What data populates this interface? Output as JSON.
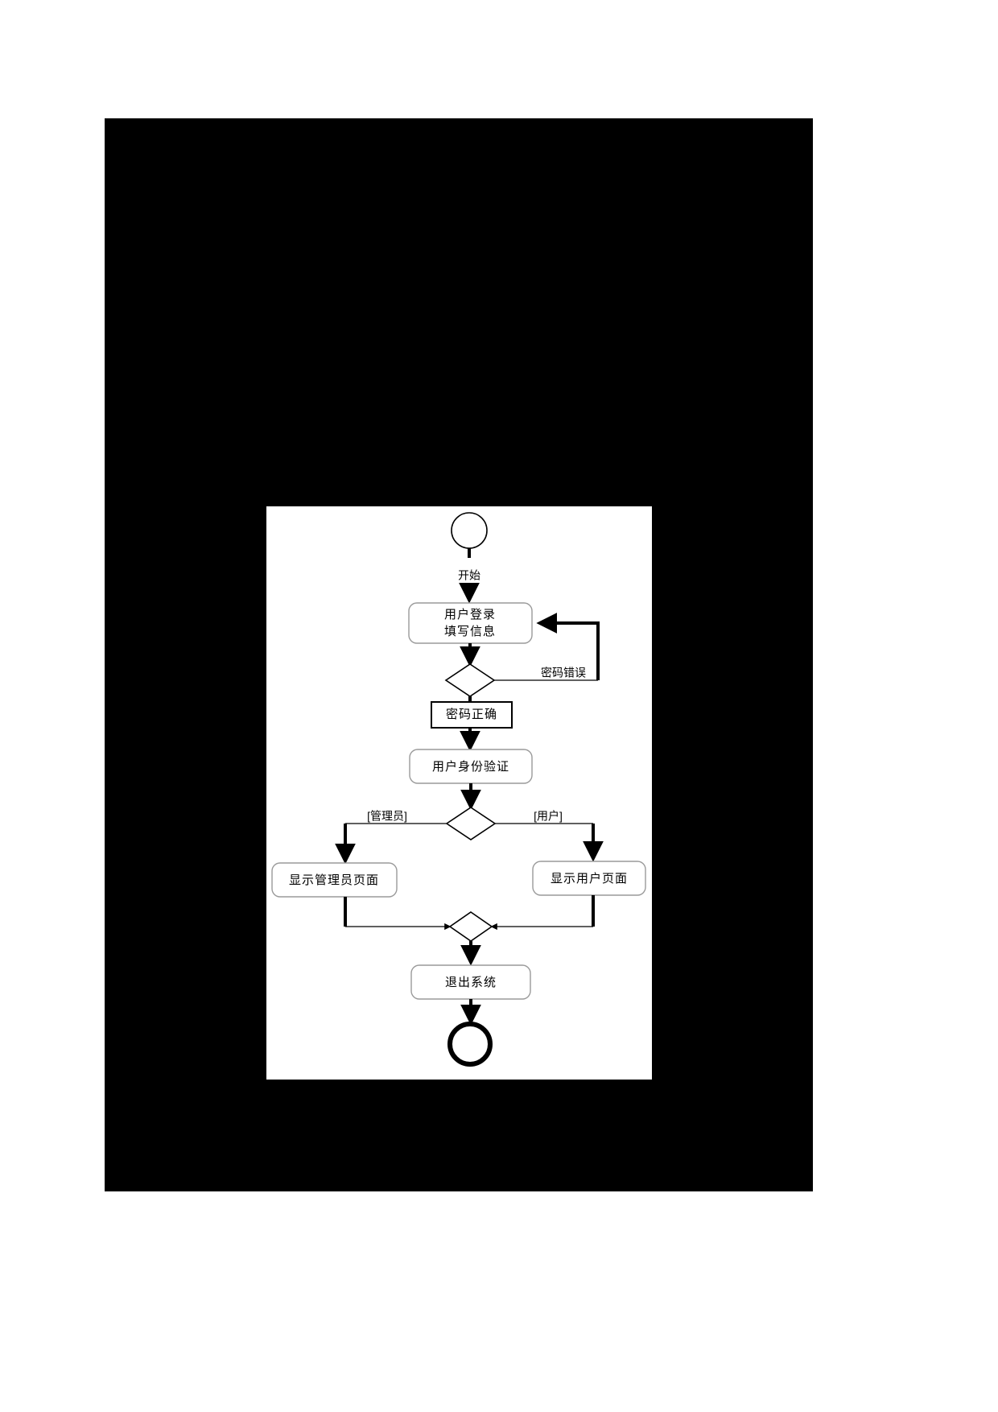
{
  "page": {
    "background_color": "#ffffff",
    "scan_region_color": "#000000",
    "canvas_color": "#ffffff"
  },
  "diagram": {
    "type": "uml-activity-diagram",
    "title": "",
    "nodes": [
      {
        "id": "start",
        "kind": "initial-node",
        "label": ""
      },
      {
        "id": "start-label",
        "kind": "edge-label",
        "label": "开始"
      },
      {
        "id": "login",
        "kind": "activity",
        "label_line1": "用户登录",
        "label_line2": "填写信息"
      },
      {
        "id": "pw-decision",
        "kind": "decision",
        "label": ""
      },
      {
        "id": "pw-wrong",
        "kind": "edge-label",
        "label": "密码错误"
      },
      {
        "id": "pw-correct",
        "kind": "guard-box",
        "label": "密码正确"
      },
      {
        "id": "auth",
        "kind": "activity",
        "label": "用户身份验证"
      },
      {
        "id": "role-decision",
        "kind": "decision",
        "label": ""
      },
      {
        "id": "guard-admin",
        "kind": "edge-label",
        "label": "[管理员]"
      },
      {
        "id": "guard-user",
        "kind": "edge-label",
        "label": "[用户]"
      },
      {
        "id": "admin-page",
        "kind": "activity",
        "label": "显示管理员页面"
      },
      {
        "id": "user-page",
        "kind": "activity",
        "label": "显示用户页面"
      },
      {
        "id": "merge",
        "kind": "merge",
        "label": ""
      },
      {
        "id": "logout",
        "kind": "activity",
        "label": "退出系统"
      },
      {
        "id": "end",
        "kind": "final-node",
        "label": ""
      }
    ],
    "edges": [
      {
        "from": "start",
        "to": "login",
        "label": "开始"
      },
      {
        "from": "login",
        "to": "pw-decision",
        "label": ""
      },
      {
        "from": "pw-decision",
        "to": "login",
        "label": "密码错误"
      },
      {
        "from": "pw-decision",
        "to": "auth",
        "label": "密码正确"
      },
      {
        "from": "auth",
        "to": "role-decision",
        "label": ""
      },
      {
        "from": "role-decision",
        "to": "admin-page",
        "label": "[管理员]"
      },
      {
        "from": "role-decision",
        "to": "user-page",
        "label": "[用户]"
      },
      {
        "from": "admin-page",
        "to": "merge",
        "label": ""
      },
      {
        "from": "user-page",
        "to": "merge",
        "label": ""
      },
      {
        "from": "merge",
        "to": "logout",
        "label": ""
      },
      {
        "from": "logout",
        "to": "end",
        "label": ""
      }
    ]
  }
}
